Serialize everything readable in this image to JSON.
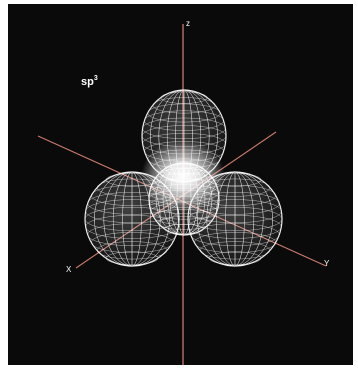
{
  "diagram": {
    "title": "sp",
    "title_superscript": "3",
    "axes": {
      "z": "z",
      "x": "X",
      "y": "Y"
    }
  },
  "colors": {
    "background": "#0a0a0a",
    "axis": "#c97a6e",
    "mesh": "#ffffff",
    "glow": "#ffffff"
  }
}
